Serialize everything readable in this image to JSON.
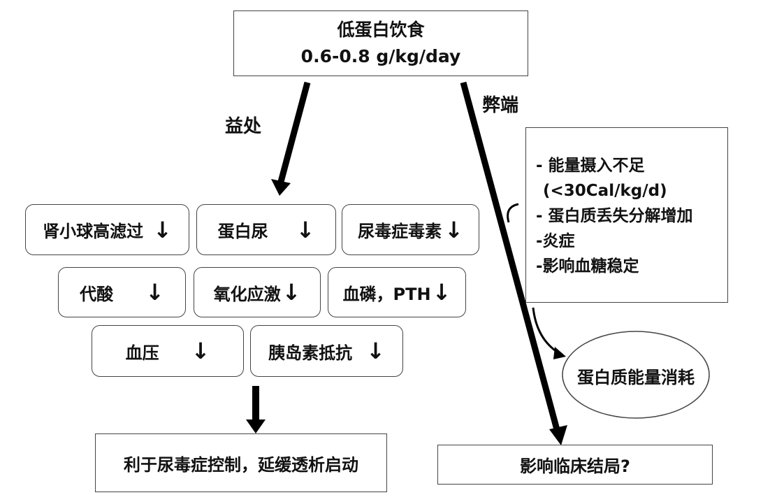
{
  "top": {
    "title": "低蛋白饮食",
    "dose": "0.6-0.8 g/kg/day"
  },
  "benefit_label": "益处",
  "drawback_label": "弊端",
  "benefits": [
    {
      "text": "肾小球高滤过",
      "arrow": "↓"
    },
    {
      "text": "蛋白尿",
      "arrow": "↓"
    },
    {
      "text": "尿毒症毒素",
      "arrow": "↓"
    },
    {
      "text": "代酸",
      "arrow": "↓"
    },
    {
      "text": "氧化应激",
      "arrow": "↓"
    },
    {
      "text": "血磷，PTH",
      "arrow": "↓"
    },
    {
      "text": "血压",
      "arrow": "↓"
    },
    {
      "text": "胰岛素抵抗",
      "arrow": "↓"
    }
  ],
  "benefit_result": "利于尿毒症控制，延缓透析启动",
  "drawbacks": [
    "- 能量摄入不足",
    "  (<30Cal/kg/d)",
    "- 蛋白质丢失分解增加",
    "-炎症",
    "-影响血糖稳定"
  ],
  "drawback_effect": "蛋白质能量消耗",
  "drawback_result": "影响临床结局?"
}
